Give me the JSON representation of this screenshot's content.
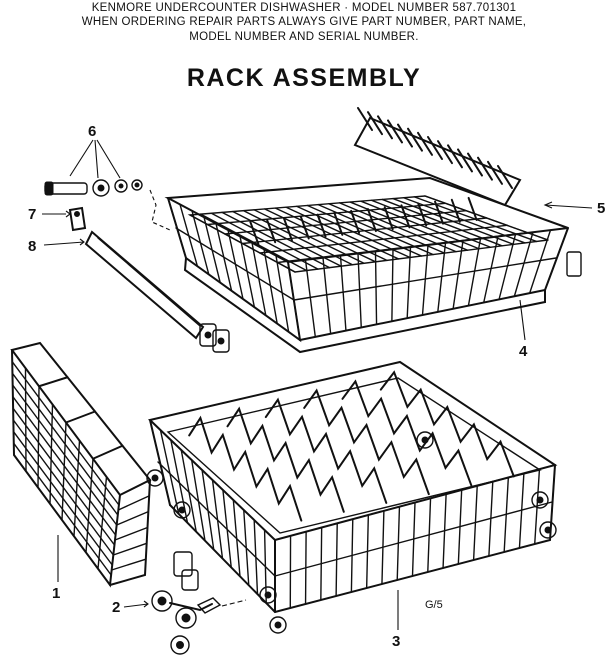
{
  "header": {
    "line1": "KENMORE UNDERCOUNTER DISHWASHER · MODEL NUMBER 587.701301",
    "line2": "WHEN ORDERING REPAIR PARTS ALWAYS GIVE PART NUMBER, PART NAME,",
    "line3": "MODEL NUMBER AND SERIAL NUMBER."
  },
  "title": "RACK ASSEMBLY",
  "callouts": {
    "c1": "1",
    "c2": "2",
    "c3": "3",
    "c4": "4",
    "c5": "5",
    "c6": "6",
    "c7": "7",
    "c8": "8"
  },
  "page_code": "G/5"
}
